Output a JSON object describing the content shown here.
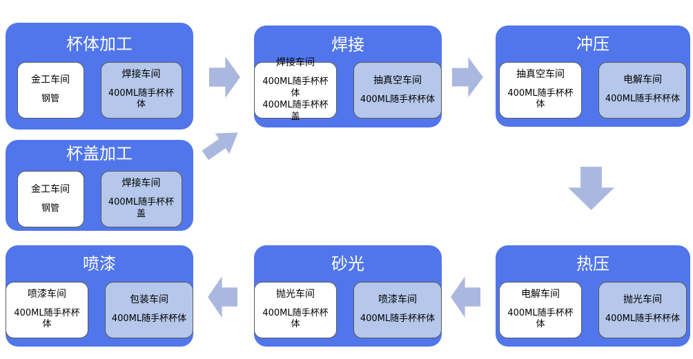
{
  "colors": {
    "stage_fill": "#5176eb",
    "stage_title_text": "#ffffff",
    "white_card_fill": "#ffffff",
    "blue_card_fill": "#b5c7ea",
    "card_border": "#595959",
    "card_text": "#000000",
    "arrow_fill": "#aab8e0",
    "background": "#ffffff"
  },
  "stages": [
    {
      "title": "杯体加工",
      "white": {
        "title": "金工车间",
        "lines": [
          "钢管"
        ]
      },
      "blue": {
        "title": "焊接车间",
        "lines": [
          "400ML随手杯杯体"
        ]
      }
    },
    {
      "title": "杯盖加工",
      "white": {
        "title": "金工车间",
        "lines": [
          "钢管"
        ]
      },
      "blue": {
        "title": "焊接车间",
        "lines": [
          "400ML随手杯杯盖"
        ]
      }
    },
    {
      "title": "焊接",
      "white": {
        "title": "焊接车间",
        "lines": [
          "400ML随手杯杯体",
          "400ML随手杯杯盖"
        ]
      },
      "blue": {
        "title": "抽真空车间",
        "lines": [
          "400ML随手杯杯体"
        ]
      }
    },
    {
      "title": "冲压",
      "white": {
        "title": "抽真空车间",
        "lines": [
          "400ML随手杯杯体"
        ]
      },
      "blue": {
        "title": "电解车间",
        "lines": [
          "400ML随手杯杯体"
        ]
      }
    },
    {
      "title": "热压",
      "white": {
        "title": "电解车间",
        "lines": [
          "400ML随手杯杯体"
        ]
      },
      "blue": {
        "title": "抛光车间",
        "lines": [
          "400ML随手杯杯体"
        ]
      }
    },
    {
      "title": "砂光",
      "white": {
        "title": "抛光车间",
        "lines": [
          "400ML随手杯杯体"
        ]
      },
      "blue": {
        "title": "喷漆车间",
        "lines": [
          "400ML随手杯杯体"
        ]
      }
    },
    {
      "title": "喷漆",
      "white": {
        "title": "喷漆车间",
        "lines": [
          "400ML随手杯杯体"
        ]
      },
      "blue": {
        "title": "包装车间",
        "lines": [
          "400ML随手杯杯体"
        ]
      }
    }
  ],
  "arrows": [
    {
      "direction": "right",
      "from": "杯体加工",
      "to": "焊接"
    },
    {
      "direction": "up-right",
      "from": "杯盖加工",
      "to": "焊接"
    },
    {
      "direction": "right",
      "from": "焊接",
      "to": "冲压"
    },
    {
      "direction": "down",
      "from": "冲压",
      "to": "热压"
    },
    {
      "direction": "left",
      "from": "热压",
      "to": "砂光"
    },
    {
      "direction": "left",
      "from": "砂光",
      "to": "喷漆"
    }
  ]
}
